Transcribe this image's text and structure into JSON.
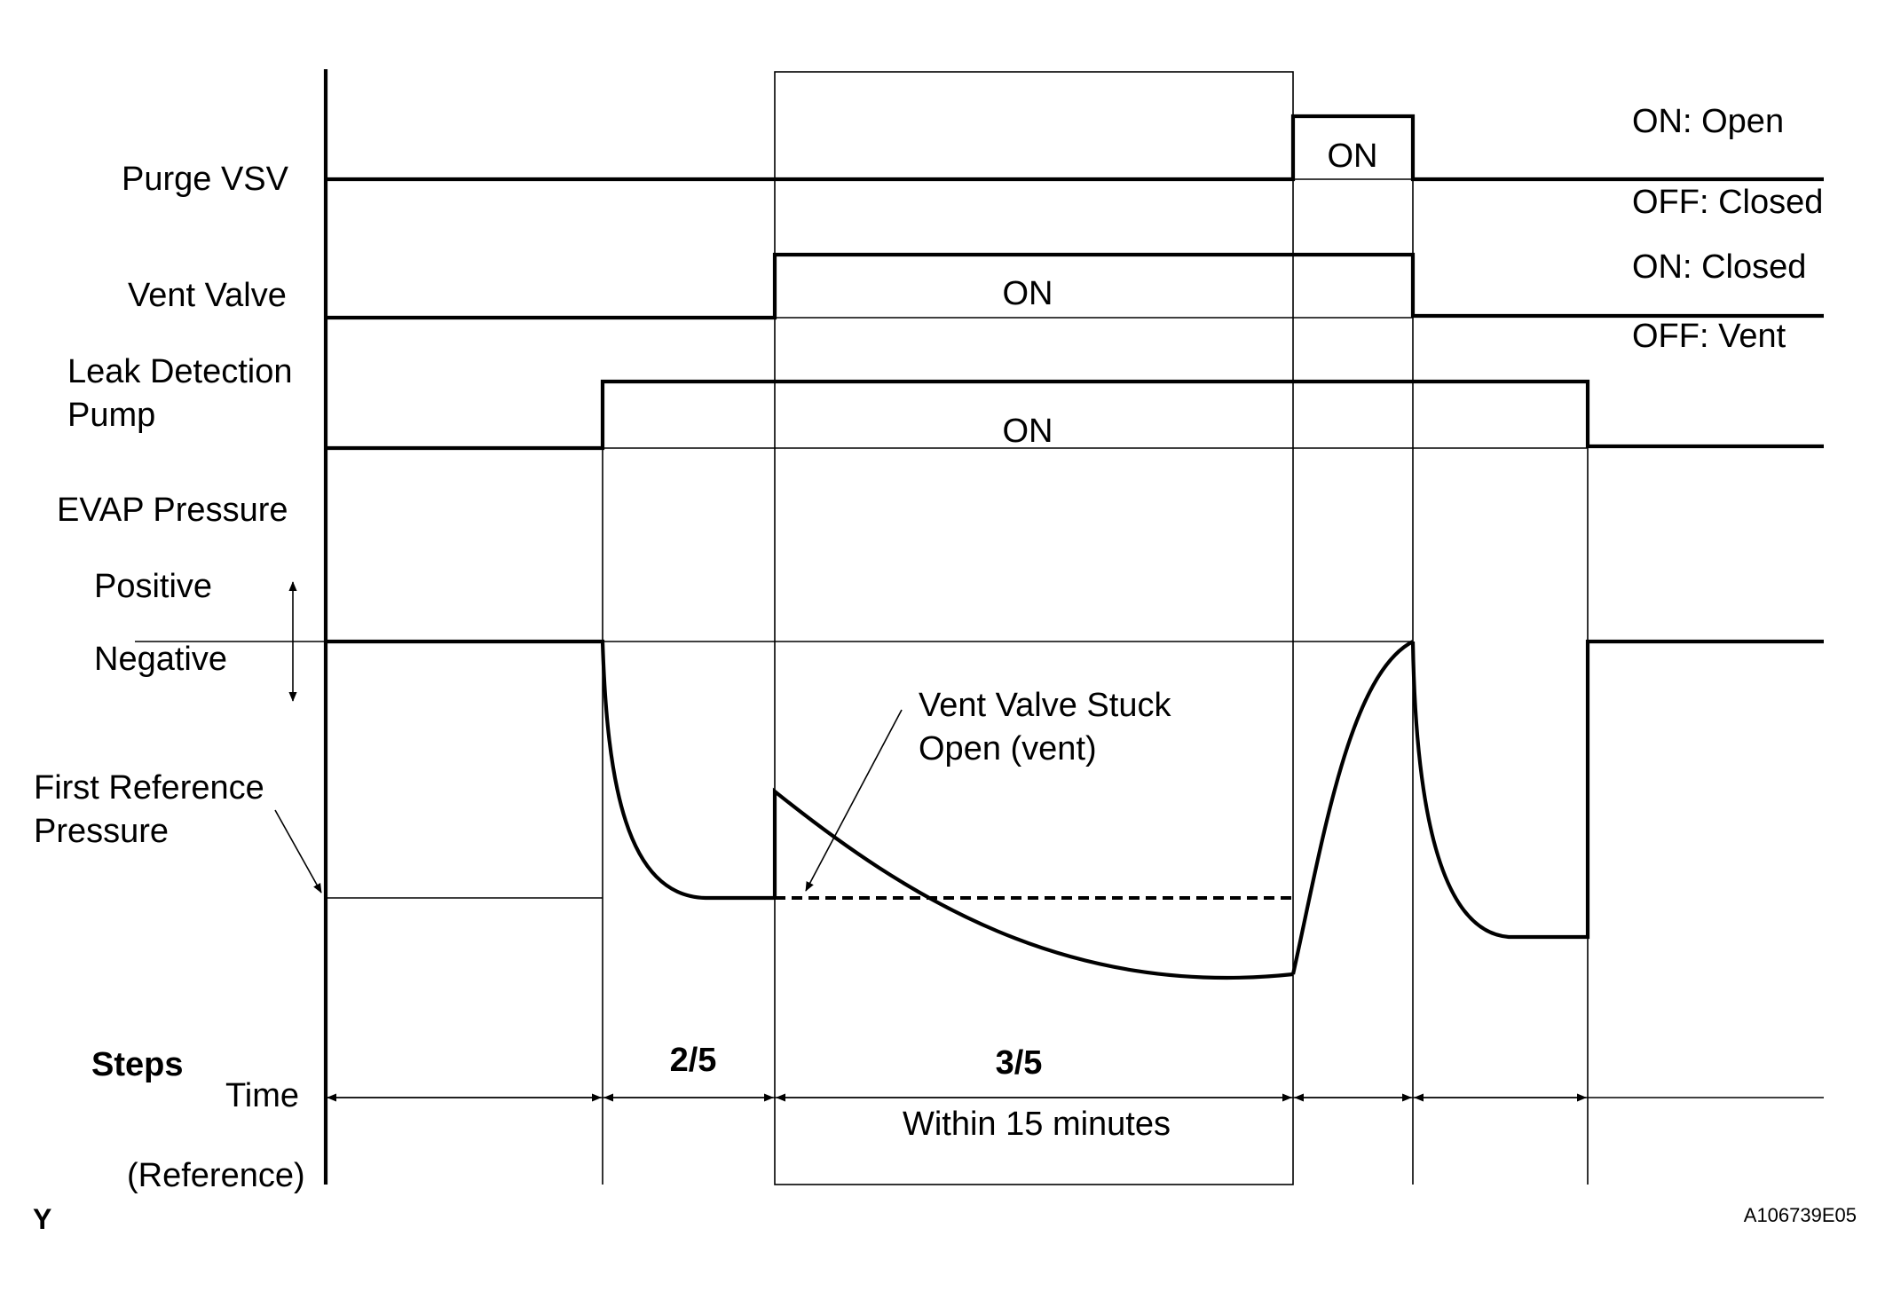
{
  "signals": {
    "purge_vsv": "Purge VSV",
    "vent_valve": "Vent Valve",
    "leak_pump_line1": "Leak Detection",
    "leak_pump_line2": "Pump",
    "evap_pressure": "EVAP Pressure",
    "positive": "Positive",
    "negative": "Negative",
    "first_ref_line1": "First Reference",
    "first_ref_line2": "Pressure"
  },
  "state_labels": {
    "purge_on": "ON",
    "vent_on": "ON",
    "pump_on": "ON"
  },
  "legend": {
    "purge_on": "ON: Open",
    "purge_off": "OFF: Closed",
    "vent_on": "ON: Closed",
    "vent_off": "OFF: Vent"
  },
  "annotation": {
    "line1": "Vent Valve Stuck",
    "line2": "Open (vent)"
  },
  "steps": {
    "label": "Steps",
    "time": "Time",
    "reference": "(Reference)",
    "step_2": "2/5",
    "step_3": "3/5",
    "duration": "Within 15 minutes"
  },
  "footer": {
    "corner_mark": "Y",
    "figure_code": "A106739E05"
  }
}
